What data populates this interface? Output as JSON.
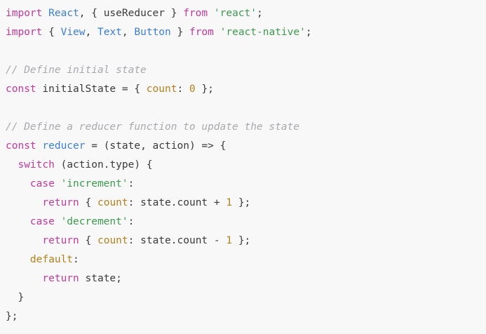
{
  "editor": {
    "background_color": "#f8f8f8",
    "default_text_color": "#3a3a3a",
    "language": "javascript",
    "theme_colors": {
      "keyword": "#c2389b",
      "function": "#3b7fd4",
      "component": "#3b7fd4",
      "string": "#3d9a4e",
      "number": "#b3801a",
      "property": "#b3801a",
      "comment": "#a8a9ae",
      "punctuation": "#3a3a3a"
    }
  },
  "code": {
    "full_text": "import React, { useReducer } from 'react';\nimport { View, Text, Button } from 'react-native';\n\n// Define initial state\nconst initialState = { count: 0 };\n\n// Define a reducer function to update the state\nconst reducer = (state, action) => {\n  switch (action.type) {\n    case 'increment':\n      return { count: state.count + 1 };\n    case 'decrement':\n      return { count: state.count - 1 };\n    default:\n      return state;\n  }\n};",
    "lines": [
      {
        "index": 1,
        "blank": false,
        "tokens": [
          {
            "t": "import",
            "c": "kw"
          },
          {
            "t": " ",
            "c": "plain"
          },
          {
            "t": "React",
            "c": "comp"
          },
          {
            "t": ", { ",
            "c": "punc"
          },
          {
            "t": "useReducer",
            "c": "plain"
          },
          {
            "t": " } ",
            "c": "punc"
          },
          {
            "t": "from",
            "c": "kw"
          },
          {
            "t": " ",
            "c": "plain"
          },
          {
            "t": "'react'",
            "c": "str"
          },
          {
            "t": ";",
            "c": "punc"
          }
        ]
      },
      {
        "index": 2,
        "blank": false,
        "tokens": [
          {
            "t": "import",
            "c": "kw"
          },
          {
            "t": " { ",
            "c": "punc"
          },
          {
            "t": "View",
            "c": "comp"
          },
          {
            "t": ", ",
            "c": "punc"
          },
          {
            "t": "Text",
            "c": "comp"
          },
          {
            "t": ", ",
            "c": "punc"
          },
          {
            "t": "Button",
            "c": "comp"
          },
          {
            "t": " } ",
            "c": "punc"
          },
          {
            "t": "from",
            "c": "kw"
          },
          {
            "t": " ",
            "c": "plain"
          },
          {
            "t": "'react-native'",
            "c": "str"
          },
          {
            "t": ";",
            "c": "punc"
          }
        ]
      },
      {
        "index": 3,
        "blank": true,
        "tokens": []
      },
      {
        "index": 4,
        "blank": false,
        "tokens": [
          {
            "t": "// Define initial state",
            "c": "comment"
          }
        ]
      },
      {
        "index": 5,
        "blank": false,
        "tokens": [
          {
            "t": "const",
            "c": "kw"
          },
          {
            "t": " initialState ",
            "c": "plain"
          },
          {
            "t": "= { ",
            "c": "punc"
          },
          {
            "t": "count",
            "c": "prop"
          },
          {
            "t": ": ",
            "c": "punc"
          },
          {
            "t": "0",
            "c": "num"
          },
          {
            "t": " };",
            "c": "punc"
          }
        ]
      },
      {
        "index": 6,
        "blank": true,
        "tokens": []
      },
      {
        "index": 7,
        "blank": false,
        "tokens": [
          {
            "t": "// Define a reducer function to update the state",
            "c": "comment"
          }
        ]
      },
      {
        "index": 8,
        "blank": false,
        "tokens": [
          {
            "t": "const",
            "c": "kw"
          },
          {
            "t": " ",
            "c": "plain"
          },
          {
            "t": "reducer",
            "c": "fn"
          },
          {
            "t": " = (",
            "c": "punc"
          },
          {
            "t": "state",
            "c": "plain"
          },
          {
            "t": ", ",
            "c": "punc"
          },
          {
            "t": "action",
            "c": "plain"
          },
          {
            "t": ") => {",
            "c": "punc"
          }
        ]
      },
      {
        "index": 9,
        "blank": false,
        "tokens": [
          {
            "t": "  ",
            "c": "plain"
          },
          {
            "t": "switch",
            "c": "kw"
          },
          {
            "t": " (",
            "c": "punc"
          },
          {
            "t": "action",
            "c": "plain"
          },
          {
            "t": ".",
            "c": "punc"
          },
          {
            "t": "type",
            "c": "plain"
          },
          {
            "t": ") {",
            "c": "punc"
          }
        ]
      },
      {
        "index": 10,
        "blank": false,
        "tokens": [
          {
            "t": "    ",
            "c": "plain"
          },
          {
            "t": "case",
            "c": "kw"
          },
          {
            "t": " ",
            "c": "plain"
          },
          {
            "t": "'increment'",
            "c": "str"
          },
          {
            "t": ":",
            "c": "punc"
          }
        ]
      },
      {
        "index": 11,
        "blank": false,
        "tokens": [
          {
            "t": "      ",
            "c": "plain"
          },
          {
            "t": "return",
            "c": "kw"
          },
          {
            "t": " { ",
            "c": "punc"
          },
          {
            "t": "count",
            "c": "prop"
          },
          {
            "t": ": ",
            "c": "punc"
          },
          {
            "t": "state",
            "c": "plain"
          },
          {
            "t": ".",
            "c": "punc"
          },
          {
            "t": "count",
            "c": "plain"
          },
          {
            "t": " + ",
            "c": "punc"
          },
          {
            "t": "1",
            "c": "num"
          },
          {
            "t": " };",
            "c": "punc"
          }
        ]
      },
      {
        "index": 12,
        "blank": false,
        "tokens": [
          {
            "t": "    ",
            "c": "plain"
          },
          {
            "t": "case",
            "c": "kw"
          },
          {
            "t": " ",
            "c": "plain"
          },
          {
            "t": "'decrement'",
            "c": "str"
          },
          {
            "t": ":",
            "c": "punc"
          }
        ]
      },
      {
        "index": 13,
        "blank": false,
        "tokens": [
          {
            "t": "      ",
            "c": "plain"
          },
          {
            "t": "return",
            "c": "kw"
          },
          {
            "t": " { ",
            "c": "punc"
          },
          {
            "t": "count",
            "c": "prop"
          },
          {
            "t": ": ",
            "c": "punc"
          },
          {
            "t": "state",
            "c": "plain"
          },
          {
            "t": ".",
            "c": "punc"
          },
          {
            "t": "count",
            "c": "plain"
          },
          {
            "t": " - ",
            "c": "punc"
          },
          {
            "t": "1",
            "c": "num"
          },
          {
            "t": " };",
            "c": "punc"
          }
        ]
      },
      {
        "index": 14,
        "blank": false,
        "tokens": [
          {
            "t": "    ",
            "c": "plain"
          },
          {
            "t": "default",
            "c": "default"
          },
          {
            "t": ":",
            "c": "punc"
          }
        ]
      },
      {
        "index": 15,
        "blank": false,
        "tokens": [
          {
            "t": "      ",
            "c": "plain"
          },
          {
            "t": "return",
            "c": "kw"
          },
          {
            "t": " ",
            "c": "plain"
          },
          {
            "t": "state",
            "c": "plain"
          },
          {
            "t": ";",
            "c": "punc"
          }
        ]
      },
      {
        "index": 16,
        "blank": false,
        "tokens": [
          {
            "t": "  }",
            "c": "punc"
          }
        ]
      },
      {
        "index": 17,
        "blank": false,
        "tokens": [
          {
            "t": "};",
            "c": "punc"
          }
        ]
      }
    ]
  }
}
